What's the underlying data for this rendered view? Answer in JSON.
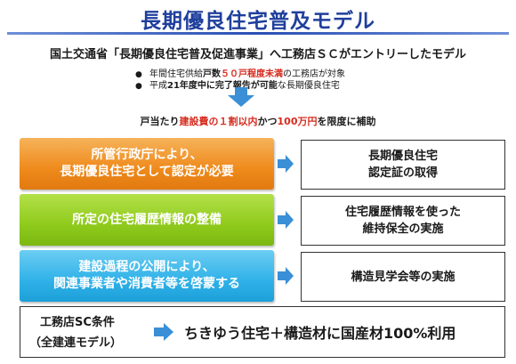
{
  "title": "長期優良住宅普及モデル",
  "subtitle": "国土交通省「長期優良住宅普及促進事業」へ工務店ＳＣがエントリーしたモデル",
  "conditions": {
    "bullet1": {
      "prefix": "年間住宅供給",
      "emph1": "戸数",
      "highlight": "５０戸程度未満",
      "suffix": "の工務店が対象"
    },
    "bullet2": {
      "prefix": "平成",
      "emph1": "21年度中に完了報告が可能",
      "suffix": "な長期優良住宅"
    }
  },
  "subsidy": {
    "prefix": "戸当たり",
    "highlight": "建設費の１割以内",
    "middle": "かつ",
    "amount": "100万円",
    "suffix": "を限度に補助"
  },
  "rows": [
    {
      "left": "所管行政庁により、\n長期優良住宅として認定が必要",
      "right": "長期優良住宅\n認定証の取得",
      "color": "#ef8a1c"
    },
    {
      "left": "所定の住宅履歴情報の整備",
      "right": "住宅履歴情報を使った\n維持保全の実施",
      "color": "#8fca1c"
    },
    {
      "left": "建設過程の公開により、\n関連事業者や消費者等を啓蒙する",
      "right": "構造見学会等の実施",
      "color": "#2fb1e8"
    }
  ],
  "condition_box": {
    "label1": "工務店SC条件",
    "label2": "（全建連モデル）",
    "text": "ちきゆう住宅＋構造材に国産材100%利用"
  },
  "colors": {
    "title": "#1f3f9c",
    "highlight_red": "#d62b1e",
    "arrow_blue": "#3a8fd6"
  },
  "icons": {
    "bullet": "black-circle",
    "down_arrow": "down-arrow-icon",
    "right_arrow": "right-arrow-icon"
  }
}
